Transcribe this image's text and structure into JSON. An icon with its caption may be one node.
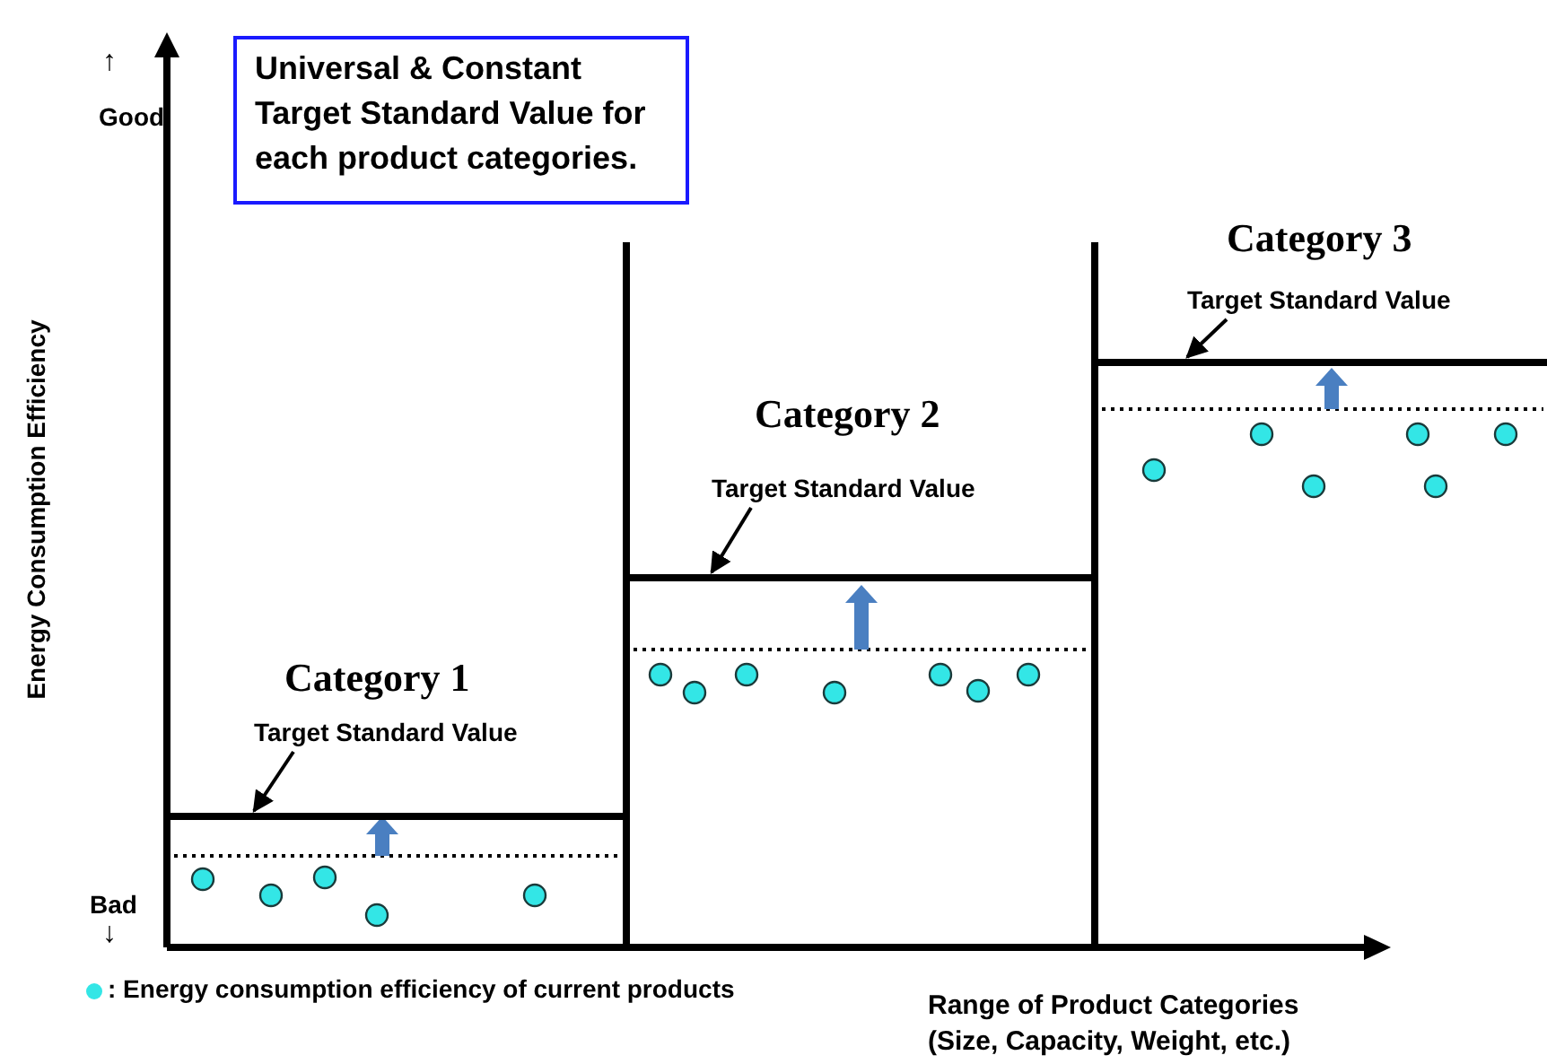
{
  "diagram": {
    "nodes": [
      {
        "text": [
          "Universal & Constant Target Standard Value for each product categories."
        ]
      },
      {
        "text": [
          "Target Standard Value"
        ]
      },
      {
        "text": [],
        "shape": "bar"
      },
      {
        "text": [
          "Target Standard Value"
        ]
      },
      {
        "text": [],
        "shape": "bar"
      },
      {
        "text": [
          "Target Standard Value"
        ]
      },
      {
        "text": [],
        "shape": "bar"
      }
    ],
    "edges": [
      {
        "from": 1,
        "to": 2,
        "arrow": "to"
      },
      {
        "from": 3,
        "to": 4,
        "arrow": "to"
      },
      {
        "from": 5,
        "to": 6,
        "arrow": "to"
      }
    ],
    "labels": [
      "↑",
      "Good",
      "Energy Consumption Efficiency",
      "Category 3",
      "Category 2",
      "Category 1",
      "Bad",
      "↓",
      "Range of Product Categories",
      "(Size, Capacity, Weight, etc.)"
    ],
    "legend": [
      {
        "text": ": Energy consumption efficiency of current products",
        "color": "#33e6e6"
      }
    ]
  }
}
